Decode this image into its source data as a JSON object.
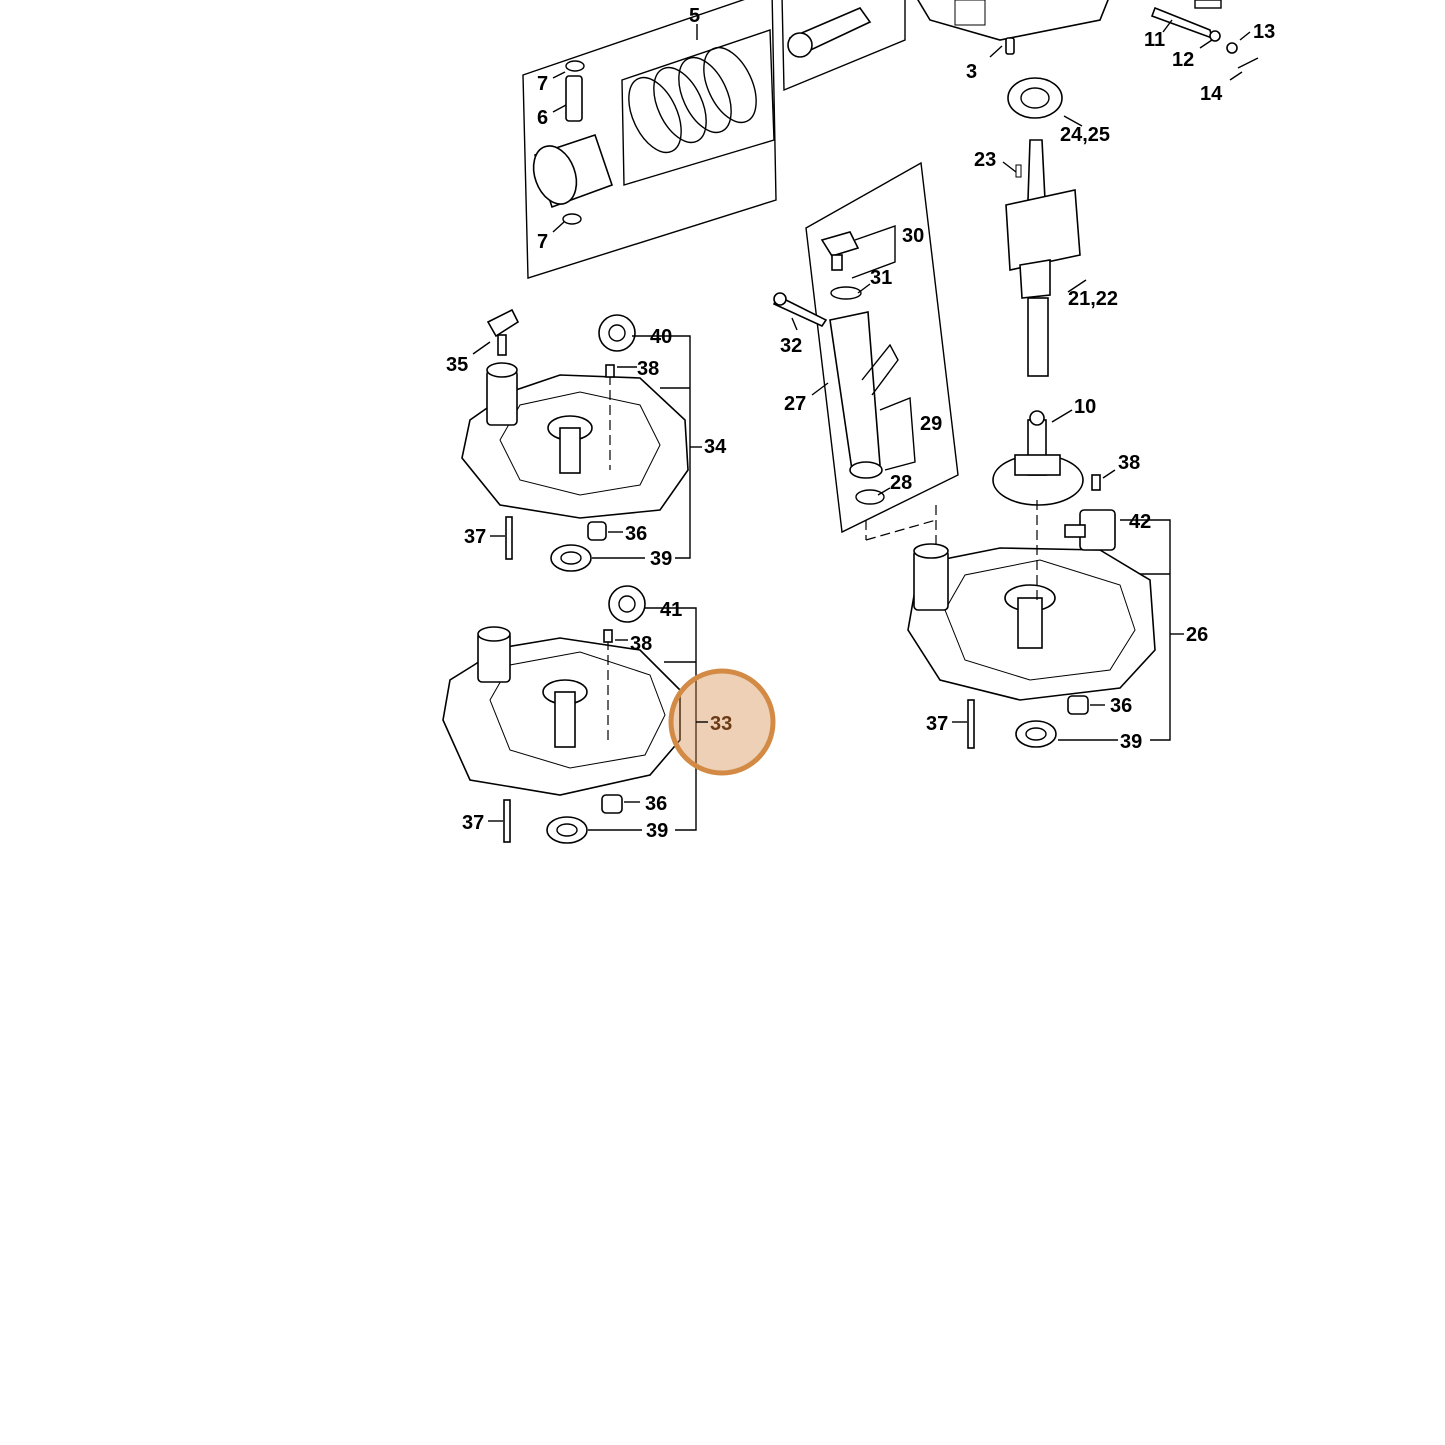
{
  "labels": {
    "l5": "5",
    "l3": "3",
    "l11": "11",
    "l12": "12",
    "l13": "13",
    "l14": "14",
    "l7a": "7",
    "l6": "6",
    "l7b": "7",
    "l2425": "24,25",
    "l23": "23",
    "l30": "30",
    "l31": "31",
    "l32": "32",
    "l27": "27",
    "l29": "29",
    "l28": "28",
    "l2122": "21,22",
    "l10": "10",
    "l35": "35",
    "l40": "40",
    "l38a": "38",
    "l34": "34",
    "l37a": "37",
    "l36a": "36",
    "l39a": "39",
    "l41": "41",
    "l38b": "38",
    "l33": "33",
    "l37b": "37",
    "l36b": "36",
    "l39b": "39",
    "l38c": "38",
    "l42": "42",
    "l26": "26",
    "l37c": "37",
    "l36c": "36",
    "l39c": "39"
  },
  "highlight": {
    "part": "33",
    "color": "#d28a45"
  }
}
